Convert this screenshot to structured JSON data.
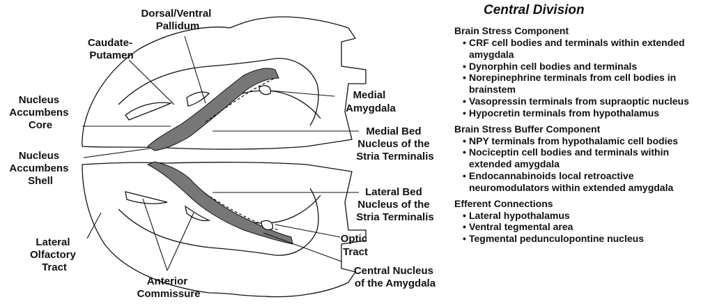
{
  "diagram": {
    "labels": {
      "dorsal_ventral_pallidum": [
        "Dorsal/Ventral",
        "Pallidum"
      ],
      "caudate_putamen": [
        "Caudate-",
        "Putamen"
      ],
      "nucleus_accumbens_core": [
        "Nucleus",
        "Accumbens",
        "Core"
      ],
      "nucleus_accumbens_shell": [
        "Nucleus",
        "Accumbens",
        "Shell"
      ],
      "lateral_olfactory_tract": [
        "Lateral",
        "Olfactory",
        "Tract"
      ],
      "anterior_commissure": [
        "Anterior",
        "Commissure"
      ],
      "medial_amygdala": [
        "Medial",
        "Amygdala"
      ],
      "medial_bed_nucleus": [
        "Medial Bed",
        "Nucleus of the",
        "Stria Terminalis"
      ],
      "lateral_bed_nucleus": [
        "Lateral Bed",
        "Nucleus of the",
        "Stria Terminalis"
      ],
      "optic_tract": [
        "Optic",
        "Tract"
      ],
      "central_nucleus_amygdala": [
        "Central Nucleus",
        "of the Amygdala"
      ]
    }
  },
  "panel": {
    "title": "Central Division",
    "sections": [
      {
        "heading": "Brain Stress Component",
        "items": [
          "CRF cell bodies and terminals within extended amygdala",
          "Dynorphin cell bodies and terminals",
          "Norepinephrine terminals from cell bodies in brainstem",
          "Vasopressin terminals from supraoptic nucleus",
          "Hypocretin terminals from hypothalamus"
        ]
      },
      {
        "heading": "Brain Stress Buffer Component",
        "items": [
          "NPY terminals from hypothalamic cell bodies",
          "Nociceptin cell bodies and terminals within extended amygdala",
          "Endocannabinoids local retroactive neuromodulators within extended amygdala"
        ]
      },
      {
        "heading": "Efferent Connections",
        "items": [
          "Lateral hypothalamus",
          "Ventral tegmental area",
          "Tegmental pedunculopontine nucleus"
        ]
      }
    ]
  }
}
